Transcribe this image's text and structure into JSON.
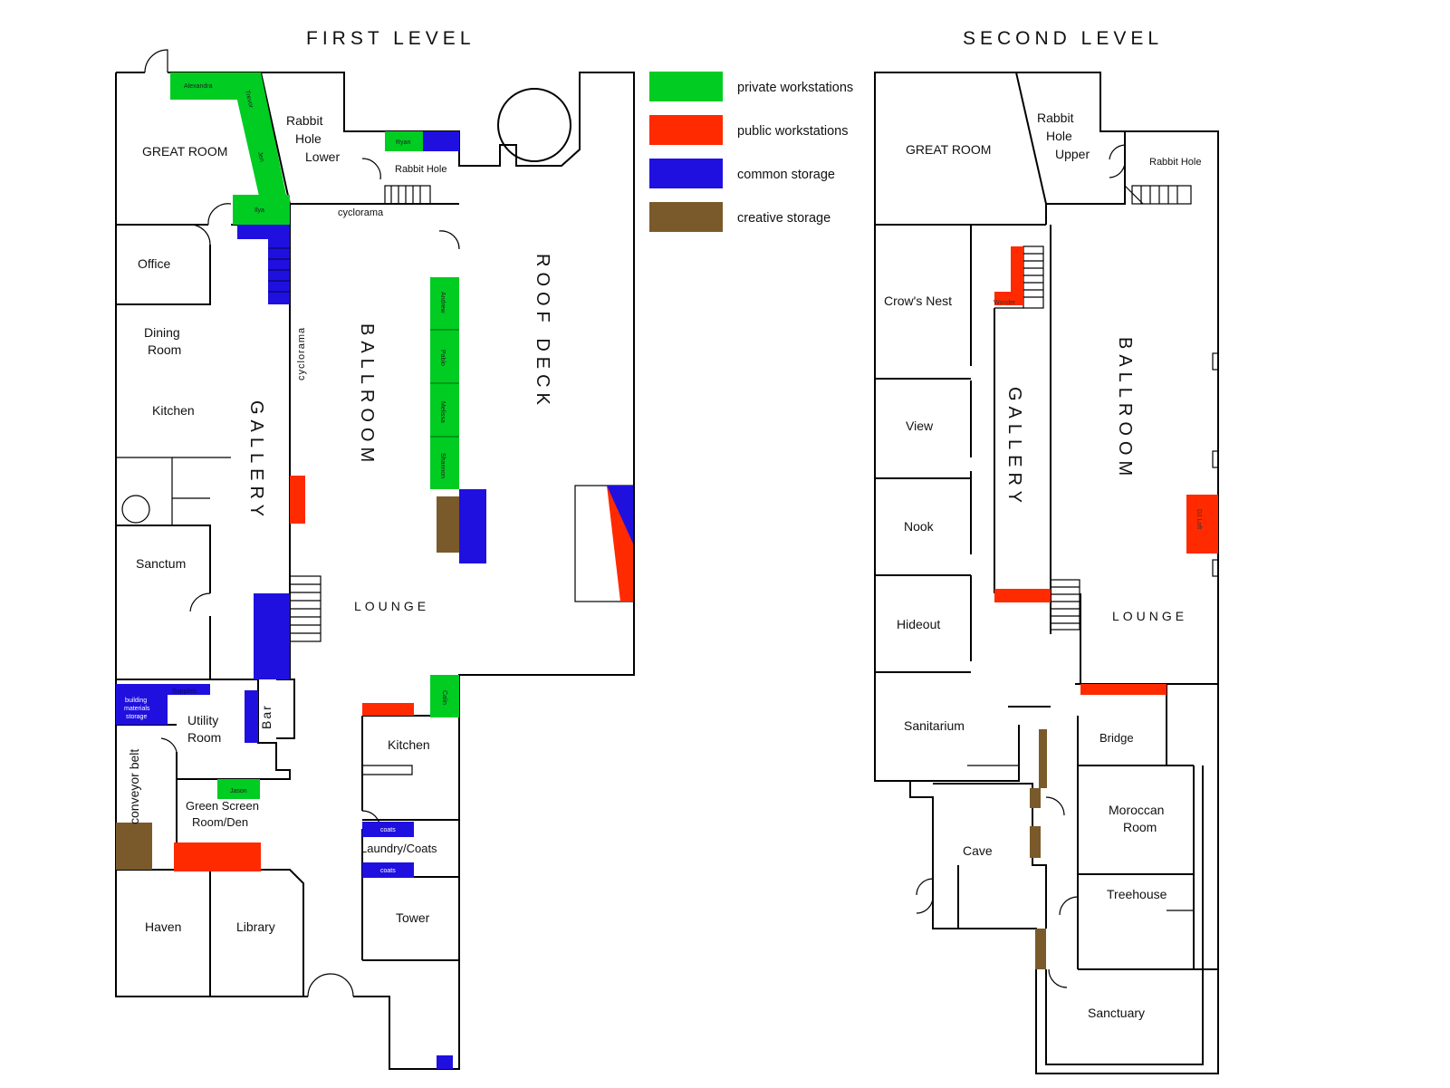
{
  "titles": {
    "first": "FIRST LEVEL",
    "second": "SECOND LEVEL"
  },
  "legend": [
    {
      "label": "private workstations",
      "color": "#00cc22"
    },
    {
      "label": "public workstations",
      "color": "#ff2a00"
    },
    {
      "label": "common storage",
      "color": "#1f10e0"
    },
    {
      "label": "creative storage",
      "color": "#7a5a2a"
    }
  ],
  "first_level": {
    "rooms": {
      "great_room": "GREAT ROOM",
      "rabbit_hole_lower": [
        "Rabbit",
        "Hole",
        "Lower"
      ],
      "rabbit_hole": "Rabbit Hole",
      "cyclorama_top": "cyclorama",
      "cyclorama_side": "cyclorama",
      "office": "Office",
      "dining_room": [
        "Dining",
        "Room"
      ],
      "kitchen_left": "Kitchen",
      "gallery": "GALLERY",
      "ballroom": "BALLROOM",
      "roof_deck": "ROOF DECK",
      "sanctum": "Sanctum",
      "lounge": "LOUNGE",
      "utility_room": [
        "Utility",
        "Room"
      ],
      "bar": "Bar",
      "conveyor_belt": "conveyor belt",
      "green_screen": [
        "Green Screen",
        "Room/Den"
      ],
      "kitchen_right": "Kitchen",
      "laundry": "Laundry/Coats",
      "tower": "Tower",
      "haven": "Haven",
      "library": "Library"
    },
    "stations": {
      "alexandra": "Alexandra",
      "trevor": "Trevor",
      "jen": "Jen",
      "ilya": "Ilya",
      "ryan": "Ryan",
      "andrew": "Andrew",
      "pablo": "Pablo",
      "melissa": "Melissa",
      "shannon": "Shannon",
      "calin": "Calin",
      "jason": "Jason"
    },
    "storage_labels": {
      "supplies": "Supplies",
      "building_materials": [
        "building",
        "materials",
        "storage"
      ],
      "coats_1": "coats",
      "coats_2": "coats"
    }
  },
  "second_level": {
    "rooms": {
      "great_room": "GREAT ROOM",
      "rabbit_hole_upper": [
        "Rabbit",
        "Hole",
        "Upper"
      ],
      "rabbit_hole": "Rabbit Hole",
      "crows_nest": "Crow's Nest",
      "view": "View",
      "nook": "Nook",
      "hideout": "Hideout",
      "gallery": "GALLERY",
      "ballroom": "BALLROOM",
      "lounge": "LOUNGE",
      "sanitarium": "Sanitarium",
      "bridge": "Bridge",
      "cave": "Cave",
      "moroccan_room": [
        "Moroccan",
        "Room"
      ],
      "treehouse": "Treehouse",
      "sanctuary": "Sanctuary"
    },
    "stations": {
      "wonder": "Wonder",
      "dj_loft": "DJ Loft"
    }
  }
}
